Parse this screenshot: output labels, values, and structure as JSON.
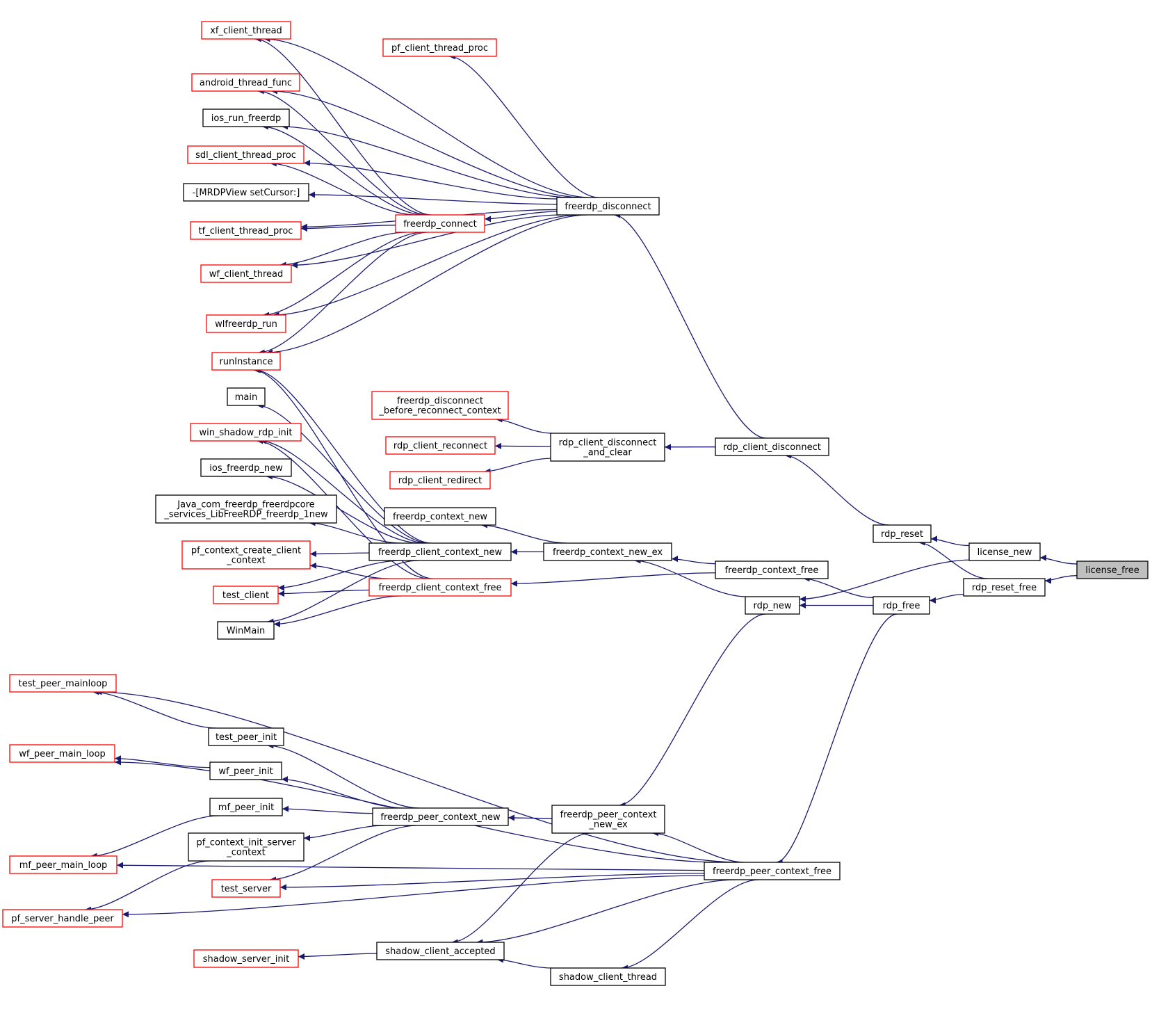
{
  "colors": {
    "edge": "#191970",
    "border_default": "#000000",
    "border_truncated": "#ff0000",
    "highlight_fill": "#bfbfbf",
    "node_fill": "#ffffff"
  },
  "nodes": [
    {
      "id": "xf_client_thread",
      "lines": [
        "xf_client_thread"
      ],
      "style": "red"
    },
    {
      "id": "pf_client_thread_proc",
      "lines": [
        "pf_client_thread_proc"
      ],
      "style": "red"
    },
    {
      "id": "android_thread_func",
      "lines": [
        "android_thread_func"
      ],
      "style": "red"
    },
    {
      "id": "ios_run_freerdp",
      "lines": [
        "ios_run_freerdp"
      ],
      "style": "black"
    },
    {
      "id": "sdl_client_thread_proc",
      "lines": [
        "sdl_client_thread_proc"
      ],
      "style": "red"
    },
    {
      "id": "mrdpview_setcursor",
      "lines": [
        "-[MRDPView setCursor:]"
      ],
      "style": "black"
    },
    {
      "id": "tf_client_thread_proc",
      "lines": [
        "tf_client_thread_proc"
      ],
      "style": "red"
    },
    {
      "id": "wf_client_thread",
      "lines": [
        "wf_client_thread"
      ],
      "style": "red"
    },
    {
      "id": "wlfreerdp_run",
      "lines": [
        "wlfreerdp_run"
      ],
      "style": "red"
    },
    {
      "id": "runInstance",
      "lines": [
        "runInstance"
      ],
      "style": "red"
    },
    {
      "id": "main",
      "lines": [
        "main"
      ],
      "style": "black"
    },
    {
      "id": "win_shadow_rdp_init",
      "lines": [
        "win_shadow_rdp_init"
      ],
      "style": "red"
    },
    {
      "id": "ios_freerdp_new",
      "lines": [
        "ios_freerdp_new"
      ],
      "style": "black"
    },
    {
      "id": "java_com_freerdp",
      "lines": [
        "Java_com_freerdp_freerdpcore",
        "_services_LibFreeRDP_freerdp_1new"
      ],
      "style": "black"
    },
    {
      "id": "pf_context_create_client_context",
      "lines": [
        "pf_context_create_client",
        "_context"
      ],
      "style": "red"
    },
    {
      "id": "test_client",
      "lines": [
        "test_client"
      ],
      "style": "red"
    },
    {
      "id": "WinMain",
      "lines": [
        "WinMain"
      ],
      "style": "black"
    },
    {
      "id": "freerdp_connect",
      "lines": [
        "freerdp_connect"
      ],
      "style": "red"
    },
    {
      "id": "freerdp_disconnect",
      "lines": [
        "freerdp_disconnect"
      ],
      "style": "black"
    },
    {
      "id": "freerdp_disconnect_before_reconnect_context",
      "lines": [
        "freerdp_disconnect",
        "_before_reconnect_context"
      ],
      "style": "red"
    },
    {
      "id": "rdp_client_reconnect",
      "lines": [
        "rdp_client_reconnect"
      ],
      "style": "red"
    },
    {
      "id": "rdp_client_redirect",
      "lines": [
        "rdp_client_redirect"
      ],
      "style": "red"
    },
    {
      "id": "rdp_client_disconnect_and_clear",
      "lines": [
        "rdp_client_disconnect",
        "_and_clear"
      ],
      "style": "black"
    },
    {
      "id": "rdp_client_disconnect",
      "lines": [
        "rdp_client_disconnect"
      ],
      "style": "black"
    },
    {
      "id": "freerdp_context_new",
      "lines": [
        "freerdp_context_new"
      ],
      "style": "black"
    },
    {
      "id": "freerdp_client_context_new",
      "lines": [
        "freerdp_client_context_new"
      ],
      "style": "black"
    },
    {
      "id": "freerdp_client_context_free",
      "lines": [
        "freerdp_client_context_free"
      ],
      "style": "red"
    },
    {
      "id": "freerdp_context_new_ex",
      "lines": [
        "freerdp_context_new_ex"
      ],
      "style": "black"
    },
    {
      "id": "freerdp_context_free",
      "lines": [
        "freerdp_context_free"
      ],
      "style": "black"
    },
    {
      "id": "rdp_reset",
      "lines": [
        "rdp_reset"
      ],
      "style": "black"
    },
    {
      "id": "license_new",
      "lines": [
        "license_new"
      ],
      "style": "black"
    },
    {
      "id": "license_free",
      "lines": [
        "license_free"
      ],
      "style": "highlight"
    },
    {
      "id": "rdp_reset_free",
      "lines": [
        "rdp_reset_free"
      ],
      "style": "black"
    },
    {
      "id": "rdp_new",
      "lines": [
        "rdp_new"
      ],
      "style": "black"
    },
    {
      "id": "rdp_free",
      "lines": [
        "rdp_free"
      ],
      "style": "black"
    },
    {
      "id": "test_peer_mainloop",
      "lines": [
        "test_peer_mainloop"
      ],
      "style": "red"
    },
    {
      "id": "wf_peer_main_loop",
      "lines": [
        "wf_peer_main_loop"
      ],
      "style": "red"
    },
    {
      "id": "mf_peer_main_loop",
      "lines": [
        "mf_peer_main_loop"
      ],
      "style": "red"
    },
    {
      "id": "pf_server_handle_peer",
      "lines": [
        "pf_server_handle_peer"
      ],
      "style": "red"
    },
    {
      "id": "test_peer_init",
      "lines": [
        "test_peer_init"
      ],
      "style": "black"
    },
    {
      "id": "wf_peer_init",
      "lines": [
        "wf_peer_init"
      ],
      "style": "black"
    },
    {
      "id": "mf_peer_init",
      "lines": [
        "mf_peer_init"
      ],
      "style": "black"
    },
    {
      "id": "pf_context_init_server_context",
      "lines": [
        "pf_context_init_server",
        "_context"
      ],
      "style": "black"
    },
    {
      "id": "test_server",
      "lines": [
        "test_server"
      ],
      "style": "red"
    },
    {
      "id": "shadow_server_init",
      "lines": [
        "shadow_server_init"
      ],
      "style": "red"
    },
    {
      "id": "freerdp_peer_context_new",
      "lines": [
        "freerdp_peer_context_new"
      ],
      "style": "black"
    },
    {
      "id": "freerdp_peer_context_new_ex",
      "lines": [
        "freerdp_peer_context",
        "_new_ex"
      ],
      "style": "black"
    },
    {
      "id": "shadow_client_accepted",
      "lines": [
        "shadow_client_accepted"
      ],
      "style": "black"
    },
    {
      "id": "shadow_client_thread",
      "lines": [
        "shadow_client_thread"
      ],
      "style": "black"
    },
    {
      "id": "freerdp_peer_context_free",
      "lines": [
        "freerdp_peer_context_free"
      ],
      "style": "black"
    }
  ],
  "edges": [
    [
      "xf_client_thread",
      "freerdp_disconnect"
    ],
    [
      "xf_client_thread",
      "freerdp_connect"
    ],
    [
      "pf_client_thread_proc",
      "freerdp_disconnect"
    ],
    [
      "android_thread_func",
      "freerdp_disconnect"
    ],
    [
      "android_thread_func",
      "freerdp_connect"
    ],
    [
      "ios_run_freerdp",
      "freerdp_disconnect"
    ],
    [
      "ios_run_freerdp",
      "freerdp_connect"
    ],
    [
      "sdl_client_thread_proc",
      "freerdp_disconnect"
    ],
    [
      "sdl_client_thread_proc",
      "freerdp_connect"
    ],
    [
      "mrdpview_setcursor",
      "freerdp_disconnect"
    ],
    [
      "tf_client_thread_proc",
      "freerdp_connect"
    ],
    [
      "tf_client_thread_proc",
      "freerdp_disconnect"
    ],
    [
      "wf_client_thread",
      "freerdp_connect"
    ],
    [
      "wf_client_thread",
      "freerdp_disconnect"
    ],
    [
      "wlfreerdp_run",
      "freerdp_connect"
    ],
    [
      "wlfreerdp_run",
      "freerdp_disconnect"
    ],
    [
      "runInstance",
      "freerdp_connect"
    ],
    [
      "runInstance",
      "freerdp_disconnect"
    ],
    [
      "runInstance",
      "freerdp_client_context_new"
    ],
    [
      "runInstance",
      "freerdp_client_context_free"
    ],
    [
      "freerdp_connect",
      "freerdp_disconnect"
    ],
    [
      "freerdp_disconnect",
      "rdp_client_disconnect"
    ],
    [
      "freerdp_disconnect_before_reconnect_context",
      "rdp_client_disconnect_and_clear"
    ],
    [
      "rdp_client_reconnect",
      "rdp_client_disconnect_and_clear"
    ],
    [
      "rdp_client_redirect",
      "rdp_client_disconnect_and_clear"
    ],
    [
      "rdp_client_disconnect_and_clear",
      "rdp_client_disconnect"
    ],
    [
      "rdp_client_disconnect",
      "rdp_reset"
    ],
    [
      "main",
      "freerdp_client_context_new"
    ],
    [
      "win_shadow_rdp_init",
      "freerdp_client_context_new"
    ],
    [
      "ios_freerdp_new",
      "freerdp_client_context_new"
    ],
    [
      "java_com_freerdp",
      "freerdp_client_context_new"
    ],
    [
      "pf_context_create_client_context",
      "freerdp_client_context_new"
    ],
    [
      "pf_context_create_client_context",
      "freerdp_client_context_free"
    ],
    [
      "test_client",
      "freerdp_client_context_new"
    ],
    [
      "test_client",
      "freerdp_client_context_free"
    ],
    [
      "WinMain",
      "freerdp_client_context_new"
    ],
    [
      "WinMain",
      "freerdp_client_context_free"
    ],
    [
      "win_shadow_rdp_init",
      "freerdp_client_context_free"
    ],
    [
      "freerdp_context_new",
      "freerdp_context_new_ex"
    ],
    [
      "freerdp_client_context_new",
      "freerdp_context_new_ex"
    ],
    [
      "freerdp_client_context_free",
      "freerdp_context_free"
    ],
    [
      "freerdp_context_new_ex",
      "freerdp_context_free"
    ],
    [
      "freerdp_context_new_ex",
      "rdp_new"
    ],
    [
      "freerdp_context_free",
      "rdp_free"
    ],
    [
      "rdp_new",
      "rdp_free"
    ],
    [
      "rdp_new",
      "license_new"
    ],
    [
      "rdp_reset",
      "license_new"
    ],
    [
      "rdp_reset",
      "rdp_reset_free"
    ],
    [
      "rdp_free",
      "rdp_reset_free"
    ],
    [
      "license_new",
      "license_free"
    ],
    [
      "rdp_reset_free",
      "license_free"
    ],
    [
      "test_peer_mainloop",
      "test_peer_init"
    ],
    [
      "test_peer_mainloop",
      "freerdp_peer_context_free"
    ],
    [
      "wf_peer_main_loop",
      "wf_peer_init"
    ],
    [
      "wf_peer_main_loop",
      "freerdp_peer_context_free"
    ],
    [
      "mf_peer_main_loop",
      "mf_peer_init"
    ],
    [
      "mf_peer_main_loop",
      "freerdp_peer_context_free"
    ],
    [
      "pf_server_handle_peer",
      "pf_context_init_server_context"
    ],
    [
      "pf_server_handle_peer",
      "freerdp_peer_context_free"
    ],
    [
      "test_peer_init",
      "freerdp_peer_context_new"
    ],
    [
      "wf_peer_init",
      "freerdp_peer_context_new"
    ],
    [
      "mf_peer_init",
      "freerdp_peer_context_new"
    ],
    [
      "pf_context_init_server_context",
      "freerdp_peer_context_new"
    ],
    [
      "test_server",
      "freerdp_peer_context_new"
    ],
    [
      "test_server",
      "freerdp_peer_context_free"
    ],
    [
      "shadow_server_init",
      "shadow_client_accepted"
    ],
    [
      "freerdp_peer_context_new",
      "freerdp_peer_context_new_ex"
    ],
    [
      "freerdp_peer_context_new_ex",
      "rdp_new"
    ],
    [
      "freerdp_peer_context_new_ex",
      "freerdp_peer_context_free"
    ],
    [
      "shadow_client_accepted",
      "freerdp_peer_context_new_ex"
    ],
    [
      "shadow_client_accepted",
      "freerdp_peer_context_free"
    ],
    [
      "shadow_client_accepted",
      "shadow_client_thread"
    ],
    [
      "shadow_client_thread",
      "freerdp_peer_context_free"
    ],
    [
      "freerdp_peer_context_free",
      "rdp_free"
    ]
  ]
}
